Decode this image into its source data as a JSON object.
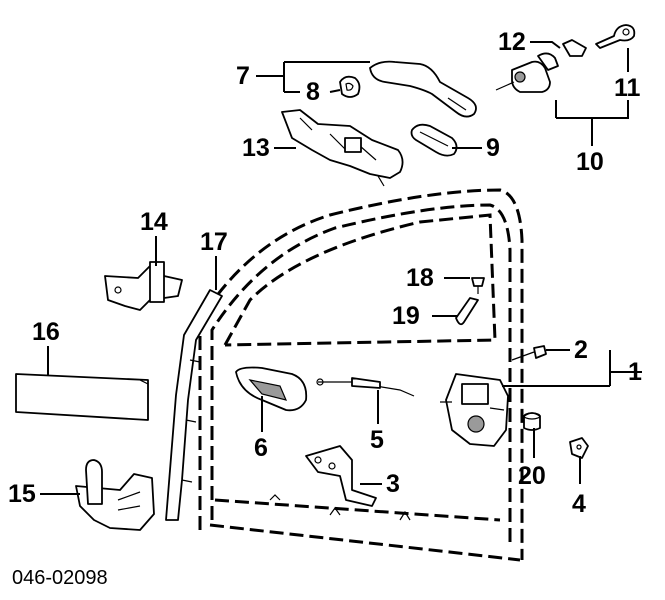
{
  "diagram_code": "046-02098",
  "callouts": {
    "c1": "1",
    "c2": "2",
    "c3": "3",
    "c4": "4",
    "c5": "5",
    "c6": "6",
    "c7": "7",
    "c8": "8",
    "c9": "9",
    "c10": "10",
    "c11": "11",
    "c12": "12",
    "c13": "13",
    "c14": "14",
    "c15": "15",
    "c16": "16",
    "c17": "17",
    "c18": "18",
    "c19": "19",
    "c20": "20"
  }
}
